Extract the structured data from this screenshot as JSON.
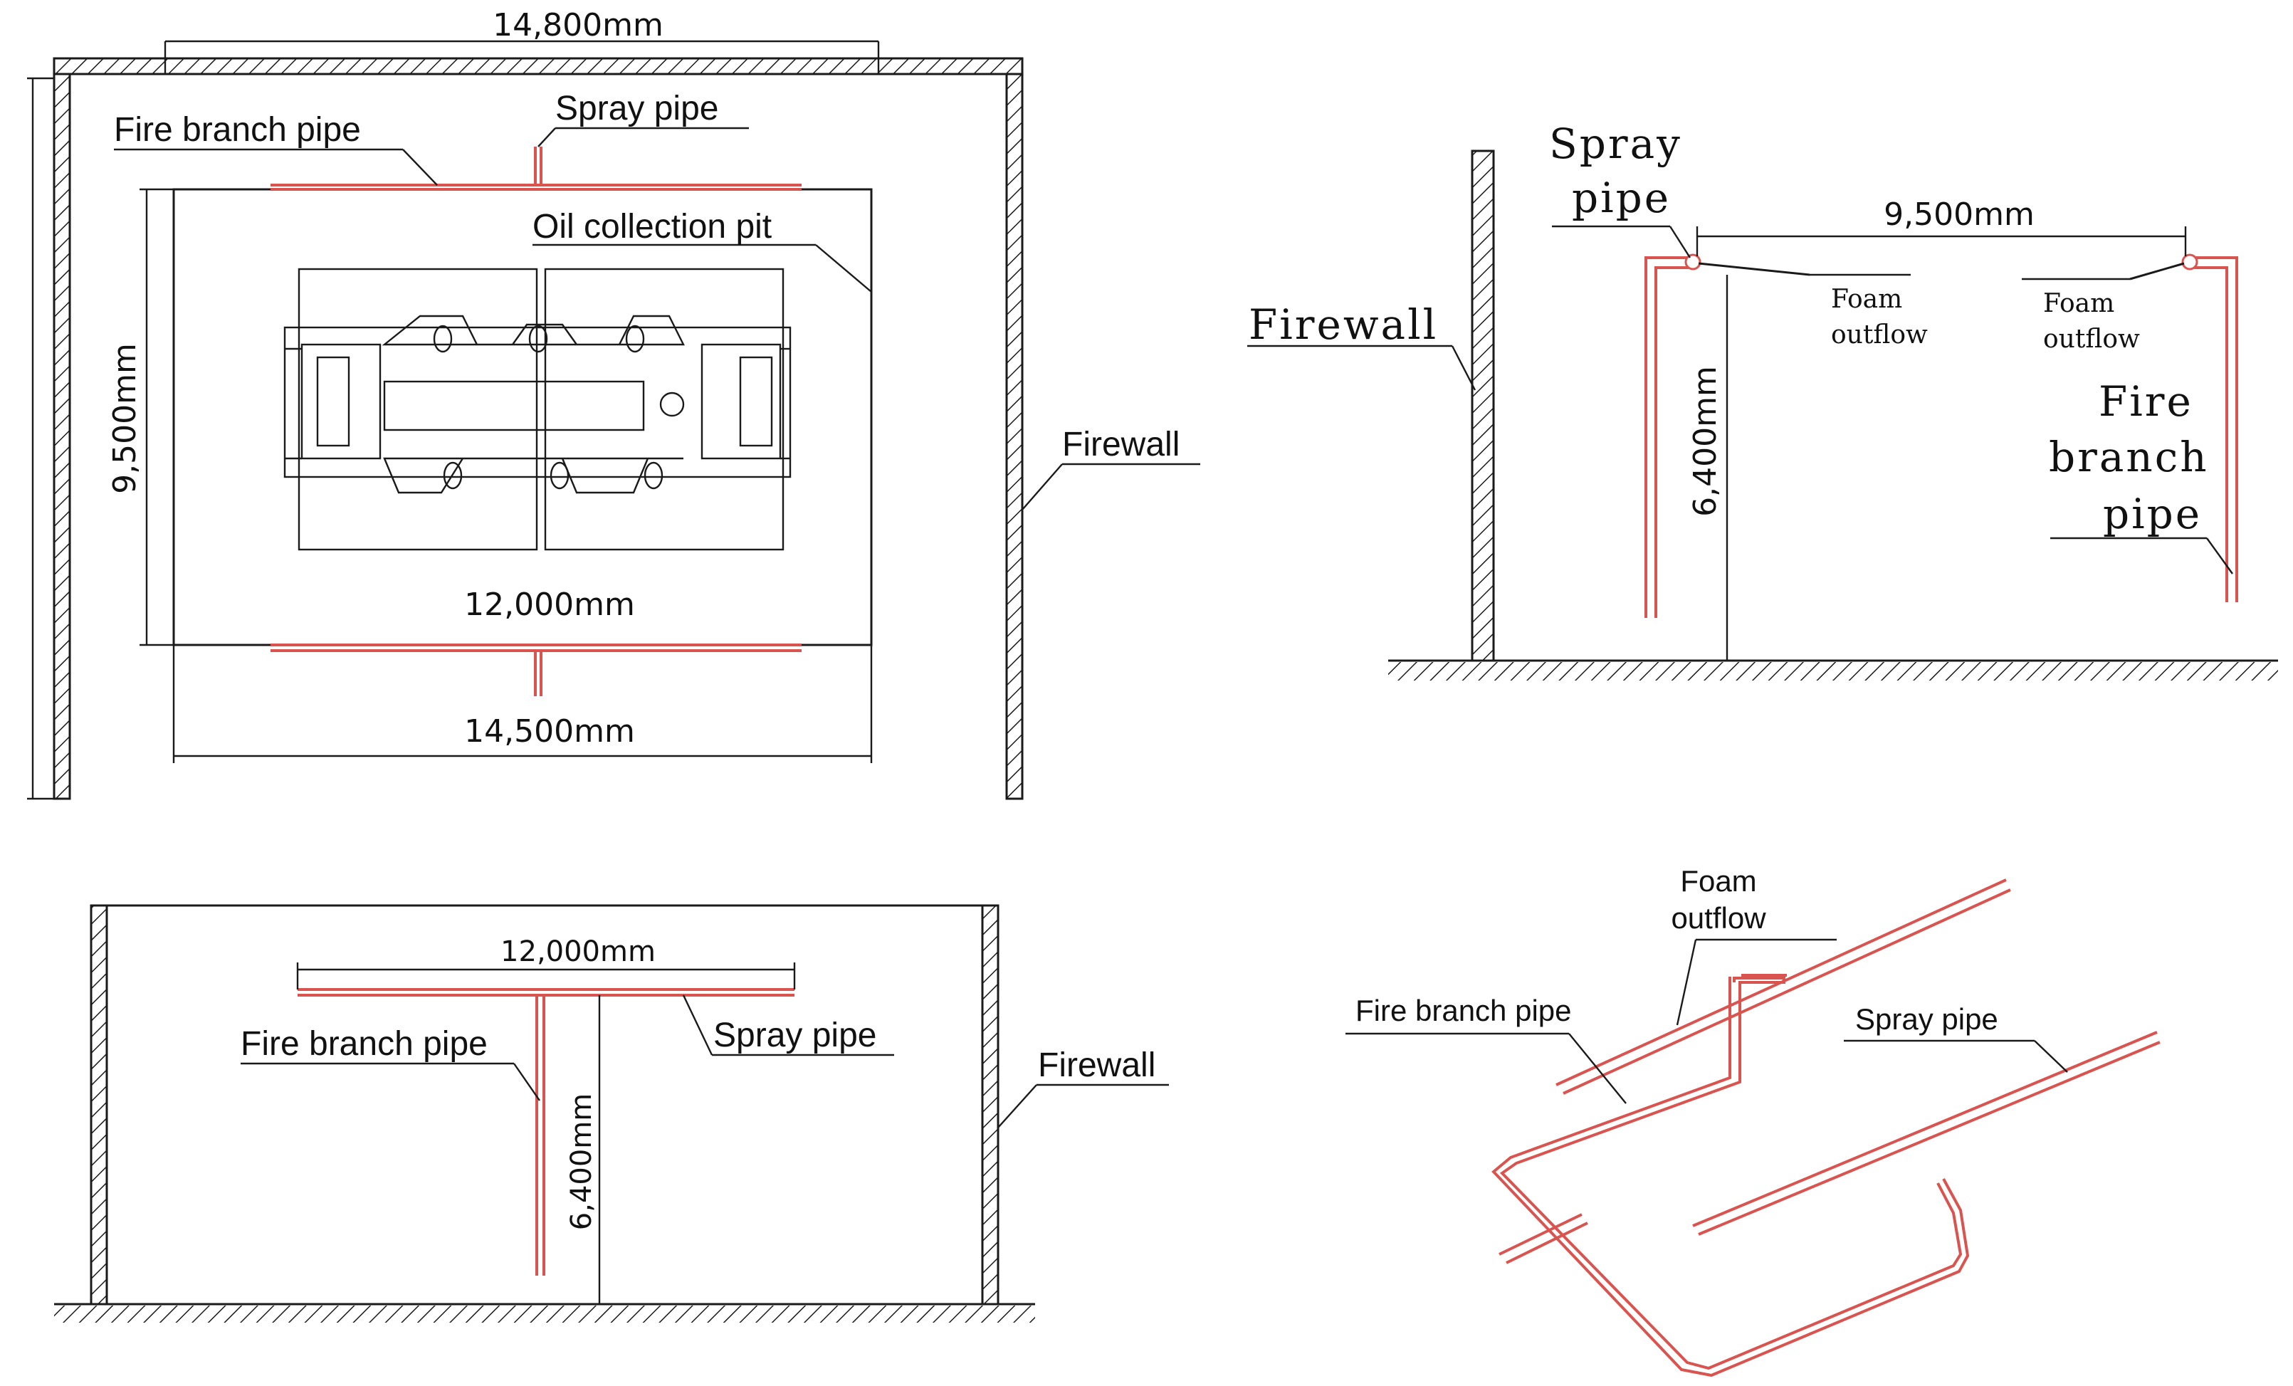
{
  "top_left_plan": {
    "dim_width_outer": "14,800mm",
    "dim_height": "9,500mm",
    "dim_inner_width": "12,000mm",
    "dim_pit_width": "14,500mm",
    "label_fire_branch_pipe": "Fire branch pipe",
    "label_spray_pipe": "Spray pipe",
    "label_oil_pit": "Oil collection pit",
    "label_firewall": "Firewall"
  },
  "top_right_section": {
    "label_spray_pipe_line1": "Spray",
    "label_spray_pipe_line2": "pipe",
    "dim_span": "9,500mm",
    "label_firewall": "Firewall",
    "label_foam_outflow_left_1": "Foam",
    "label_foam_outflow_left_2": "outflow",
    "label_foam_outflow_right_1": "Foam",
    "label_foam_outflow_right_2": "outflow",
    "dim_height": "6,400mm",
    "label_fire_branch_1": "Fire",
    "label_fire_branch_2": "branch",
    "label_fire_branch_3": "pipe"
  },
  "bottom_left_elevation": {
    "dim_width": "12,000mm",
    "label_fire_branch_pipe": "Fire branch pipe",
    "label_spray_pipe": "Spray pipe",
    "label_firewall": "Firewall",
    "dim_height": "6,400mm"
  },
  "bottom_right_isometric": {
    "label_foam_1": "Foam",
    "label_foam_2": "outflow",
    "label_fire_branch_pipe": "Fire branch pipe",
    "label_spray_pipe": "Spray pipe"
  },
  "colors": {
    "pipe": "#d9534f",
    "line": "#1a1a1a"
  }
}
